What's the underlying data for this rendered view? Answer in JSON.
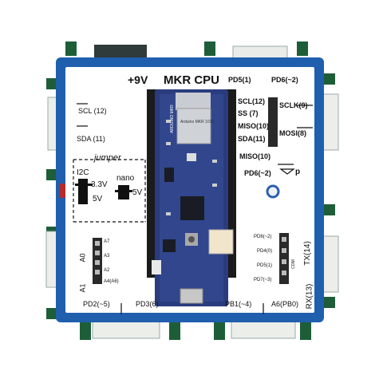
{
  "board": {
    "top_left_label": "+9V",
    "title": "MKR CPU",
    "top_right_1": "PD5(1)",
    "top_right_2": "PD6(~2)",
    "left_labels": [
      "SCL (12)",
      "SDA (11)"
    ],
    "jumper_title": "jumper",
    "i2c_label": "I2C",
    "v33_label": "3.3V",
    "v5_label": "5V",
    "nano_label": "nano",
    "nano_5v_label": "5V",
    "right_left_col": [
      "SCL(12)",
      "SS (7)",
      "MISO(10)",
      "SDA(11)"
    ],
    "right_right_col": [
      "SCLK(9)",
      "MOSI(8)"
    ],
    "miso_label": "MISO(10)",
    "pd6_label": "PD6(~2)",
    "p_label": "p",
    "a0_label": "A0",
    "a1_label": "A1",
    "analog_labels": [
      "A7",
      "A3",
      "A2",
      "A4(A6)"
    ],
    "pd_stack": [
      "PD6(~2)",
      "PD4(0)",
      "PD5(1)",
      "PD7(~3)"
    ],
    "tx_label": "TX(14)",
    "rx_label": "RX(13)",
    "com_label": "COM",
    "bottom_labels": [
      "PD2(~5)",
      "PD3(6)",
      "PB1(~4)",
      "A6(PB0)"
    ]
  },
  "module": {
    "brand": "ARDUINO MKR",
    "chip_text": "Arduino MKR 1010"
  },
  "colors": {
    "board_blue": "#1f5fae",
    "panel_white": "#ffffff",
    "connector_green": "#1d5e38",
    "pcb_blue": "#2a3c7d",
    "header_black": "#1b1b1b"
  }
}
